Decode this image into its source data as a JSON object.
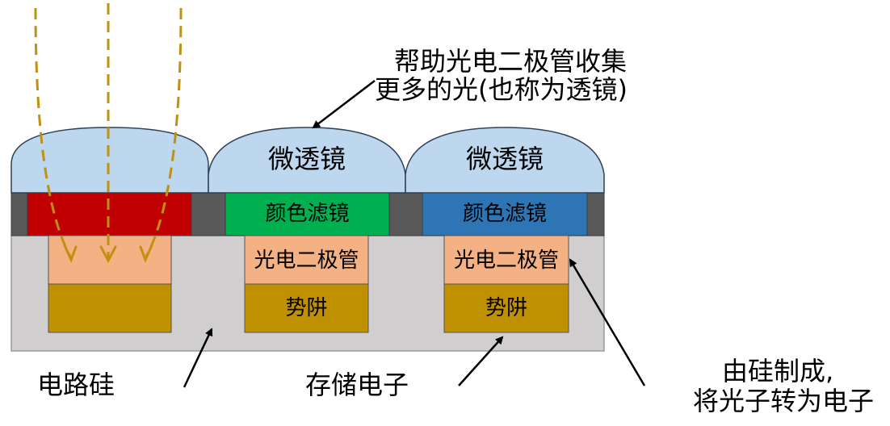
{
  "labels": {
    "microlens_purpose_line1": "帮助光电二极管收集",
    "microlens_purpose_line2": "更多的光(也称为透镜)",
    "microlens_2": "微透镜",
    "microlens_3": "微透镜",
    "color_filter_green": "颜色滤镜",
    "color_filter_blue": "颜色滤镜",
    "photodiode_2": "光电二极管",
    "photodiode_3": "光电二极管",
    "potential_well_2": "势阱",
    "potential_well_3": "势阱",
    "circuit_silicon": "电路硅",
    "store_electrons": "存储电子",
    "made_of_silicon_line1": "由硅制成,",
    "made_of_silicon_line2": "将光子转为电子"
  },
  "colors": {
    "microlens": "#bdd7ee",
    "red_filter": "#c00000",
    "green_filter": "#00b050",
    "blue_filter": "#2e75b6",
    "dark_separator": "#595959",
    "substrate": "#d0cece",
    "photodiode": "#f4b183",
    "potential_well": "#bf9000",
    "light_ray": "#c09010"
  }
}
